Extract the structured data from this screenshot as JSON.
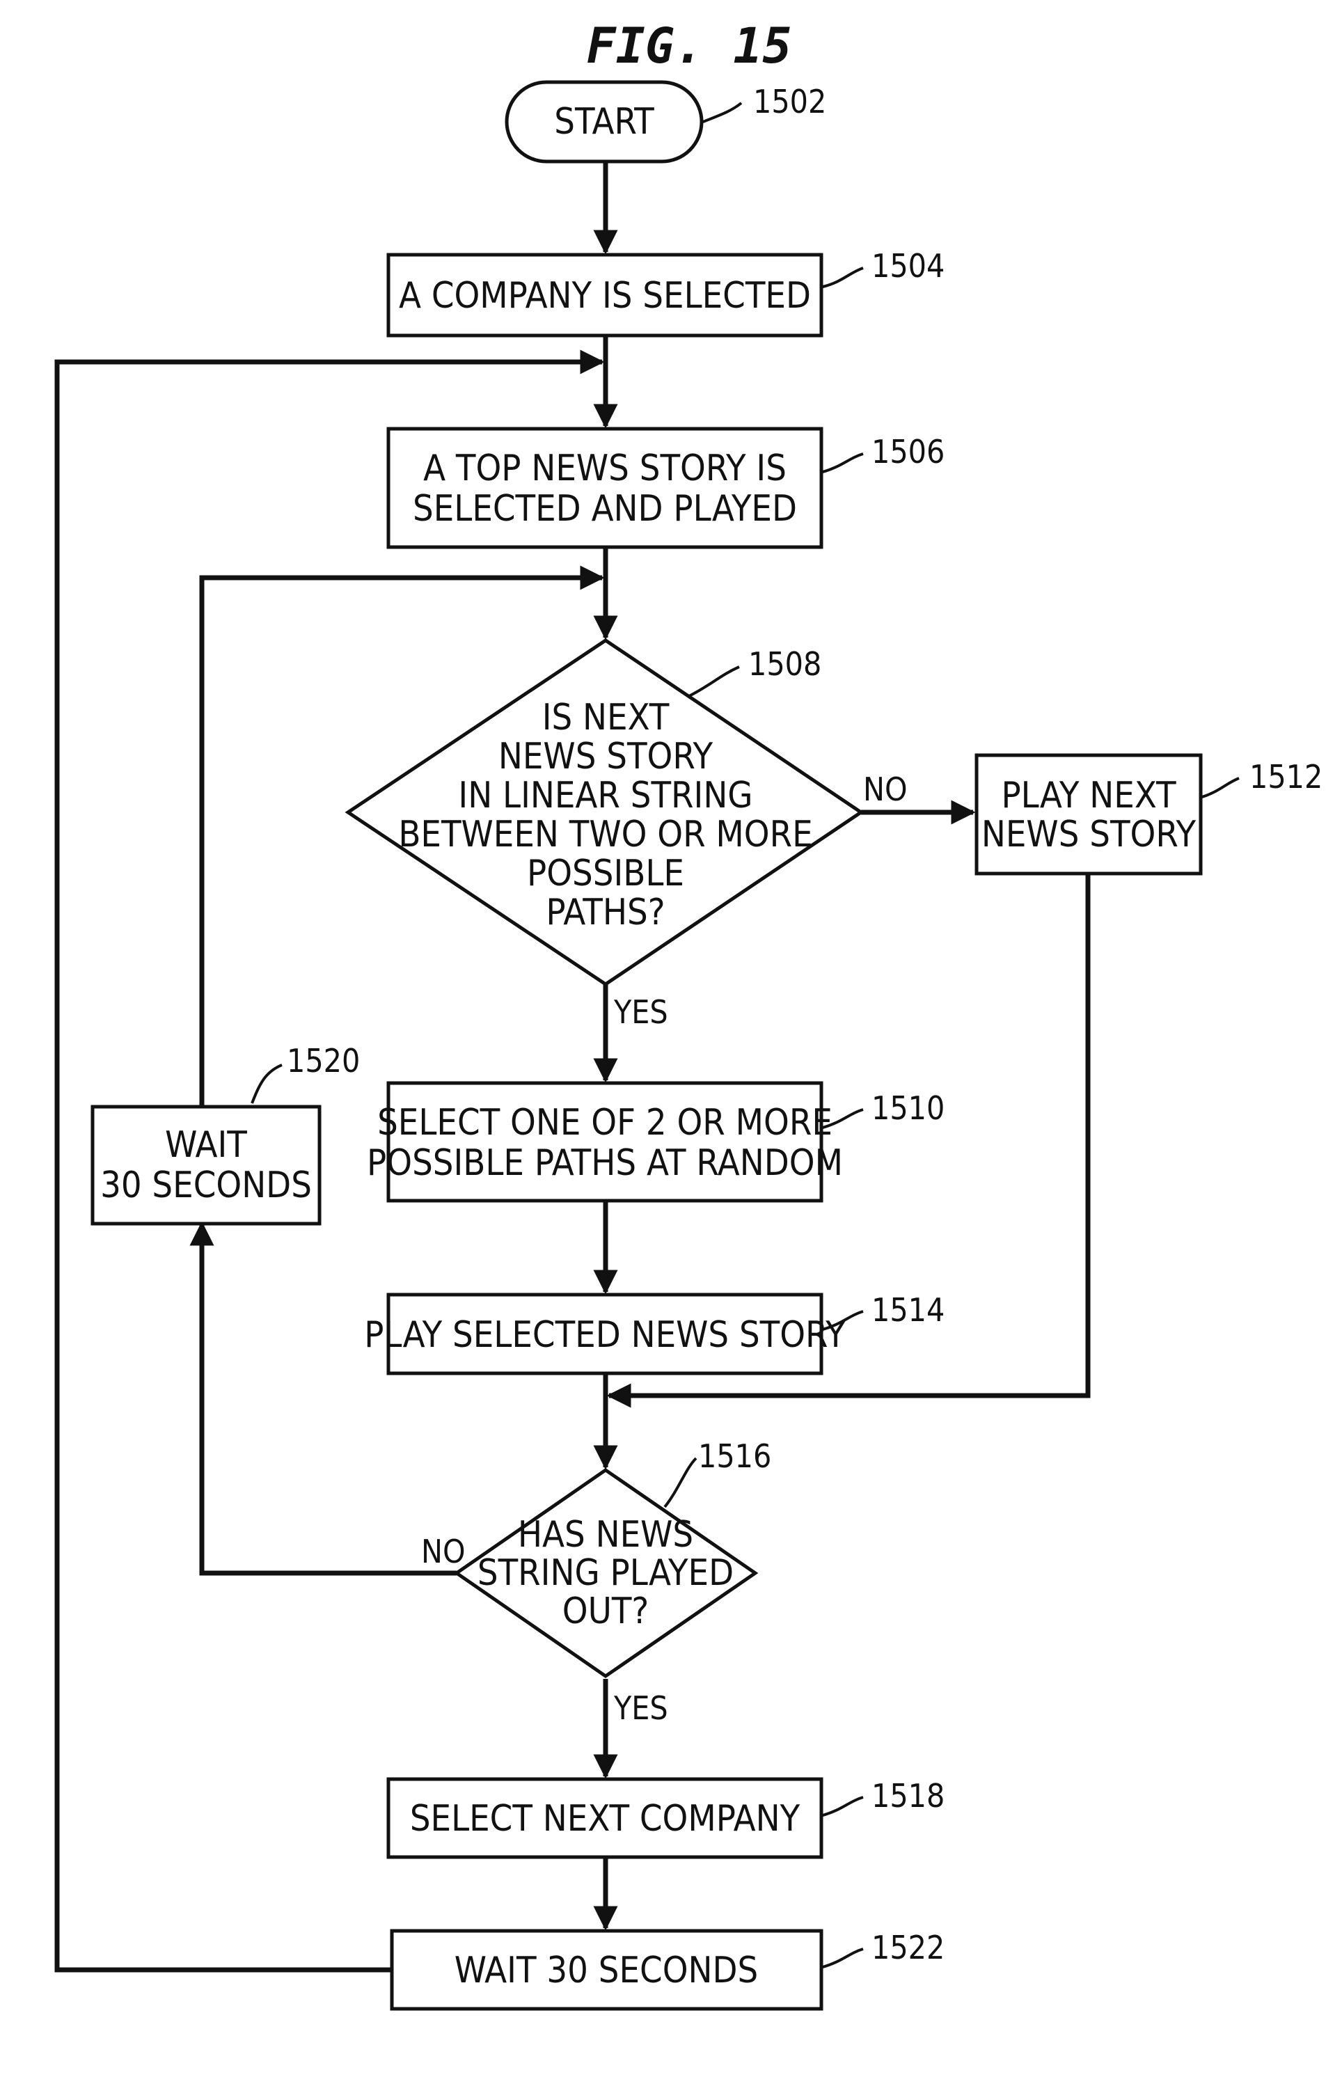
{
  "figure_title": "FIG. 15",
  "nodes": {
    "start": {
      "ref": "1502",
      "lines": [
        "START"
      ]
    },
    "company_selected": {
      "ref": "1504",
      "lines": [
        "A COMPANY IS SELECTED"
      ]
    },
    "top_story": {
      "ref": "1506",
      "lines": [
        "A TOP NEWS STORY IS",
        "SELECTED AND PLAYED"
      ]
    },
    "decision_linear": {
      "ref": "1508",
      "lines": [
        "IS NEXT",
        "NEWS STORY",
        "IN LINEAR STRING",
        "BETWEEN TWO OR MORE",
        "POSSIBLE",
        "PATHS?"
      ]
    },
    "select_path": {
      "ref": "1510",
      "lines": [
        "SELECT ONE OF 2 OR MORE",
        "POSSIBLE PATHS AT RANDOM"
      ]
    },
    "play_next": {
      "ref": "1512",
      "lines": [
        "PLAY NEXT",
        "NEWS STORY"
      ]
    },
    "play_selected": {
      "ref": "1514",
      "lines": [
        "PLAY SELECTED NEWS STORY"
      ]
    },
    "decision_played_out": {
      "ref": "1516",
      "lines": [
        "HAS NEWS",
        "STRING PLAYED",
        "OUT?"
      ]
    },
    "select_next_company": {
      "ref": "1518",
      "lines": [
        "SELECT NEXT COMPANY"
      ]
    },
    "wait_left": {
      "ref": "1520",
      "lines": [
        "WAIT",
        "30 SECONDS"
      ]
    },
    "wait_bottom": {
      "ref": "1522",
      "lines": [
        "WAIT 30 SECONDS"
      ]
    }
  },
  "branch_labels": {
    "linear_no": "NO",
    "linear_yes": "YES",
    "played_out_no": "NO",
    "played_out_yes": "YES"
  }
}
